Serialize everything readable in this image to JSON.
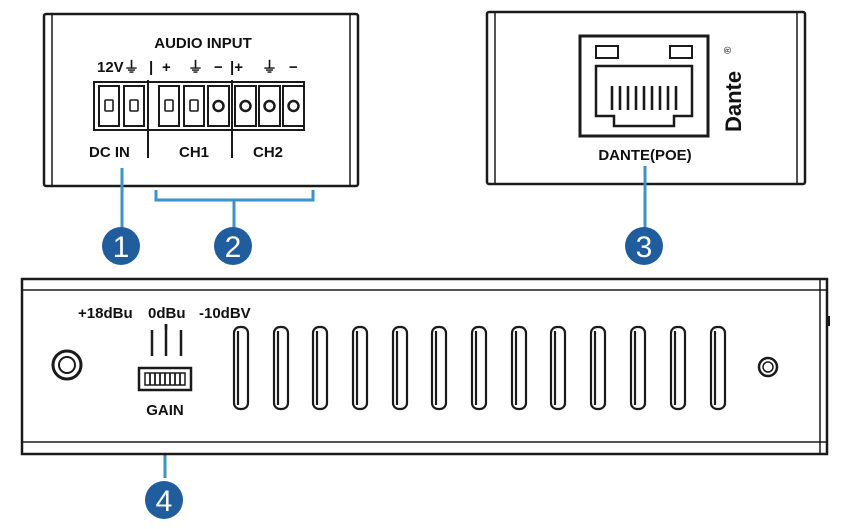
{
  "audio_panel": {
    "title": "AUDIO INPUT",
    "top_labels": [
      "12V",
      "⏚",
      "|",
      "+",
      "⏚",
      "−",
      "|+",
      "⏚",
      "−"
    ],
    "bottom_labels": [
      "DC IN",
      "|",
      "CH1",
      "|",
      "CH2"
    ]
  },
  "dante_panel": {
    "port_label": "DANTE(POE)",
    "brand": "Dante",
    "registered": "®"
  },
  "gain": {
    "options": [
      "+18dBu",
      "0dBu",
      "-10dBV"
    ],
    "label": "GAIN"
  },
  "callouts": [
    "1",
    "2",
    "3",
    "4"
  ],
  "colors": {
    "callout_fill": "#1f5d9e",
    "bracket": "#3a93c9",
    "outline": "#1a1a1a"
  }
}
